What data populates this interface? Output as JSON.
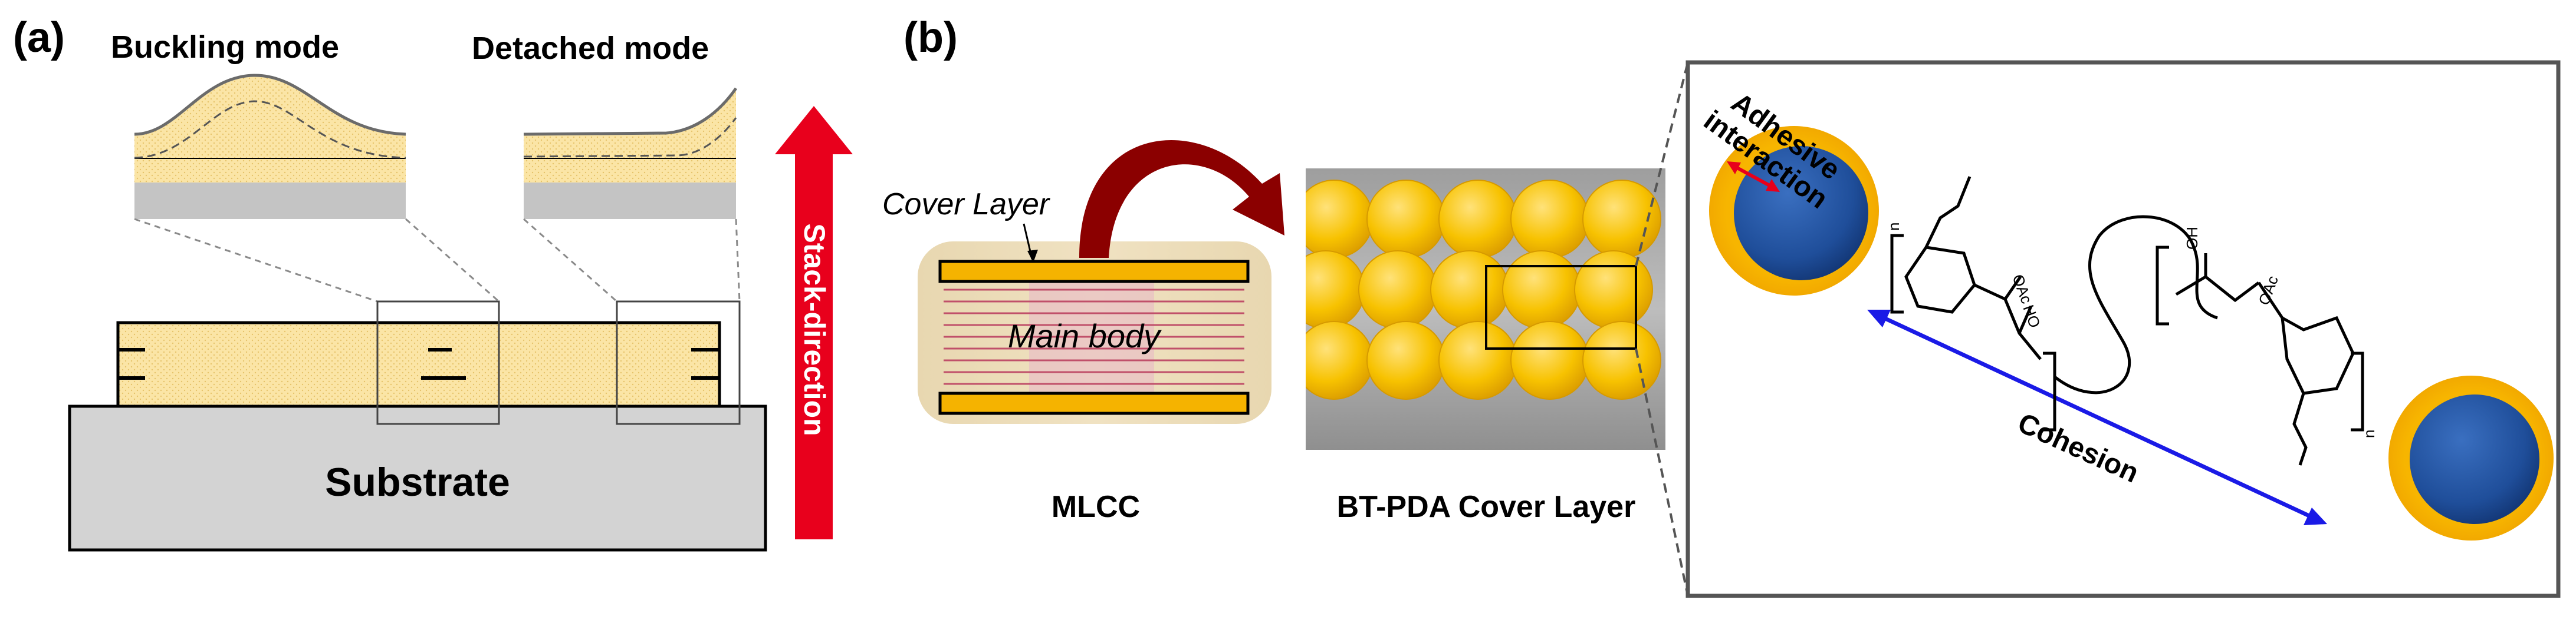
{
  "panel_a": {
    "label": "(a)",
    "buckling_title": "Buckling mode",
    "detached_title": "Detached mode",
    "substrate_label": "Substrate",
    "arrow_label": "Stack-direction"
  },
  "panel_b": {
    "label": "(b)",
    "cover_layer_label": "Cover Layer",
    "main_body_label": "Main body",
    "mlcc_caption": "MLCC",
    "bt_pda_caption": "BT-PDA Cover Layer",
    "adhesive_label_line1": "Adhesive",
    "adhesive_label_line2": "interaction",
    "cohesion_label": "Cohesion",
    "chem": {
      "oac_1": "OAc",
      "ho_1": "HO",
      "oh_2": "OH",
      "oac_2": "OAc",
      "n_1": "n",
      "n_2": "n"
    }
  },
  "colors": {
    "film_yellow": "#fbe5a6",
    "substrate_gray": "#d3d3d3",
    "arrow_red": "#e8001c",
    "particle_gold": "#f5b800",
    "particle_blue": "#1f4e9a",
    "cohesion_blue": "#1a1ae6",
    "dark_red": "#8b0000"
  }
}
